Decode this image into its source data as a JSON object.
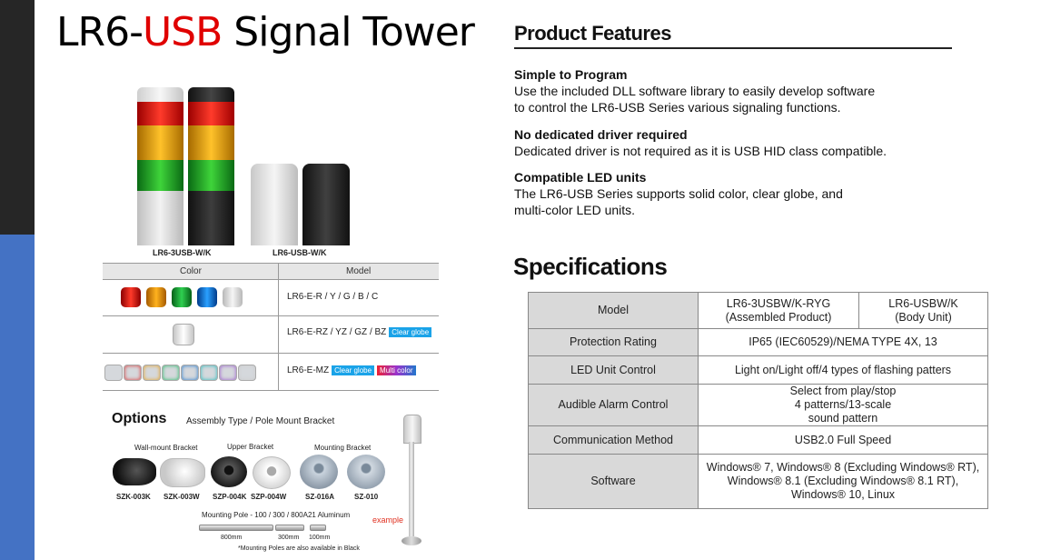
{
  "slide": {
    "title_part1": "LR6-",
    "title_part2": "USB",
    "title_part3": " Signal Tower",
    "colors": {
      "sidebar_dark": "#262626",
      "sidebar_blue": "#4472c4",
      "title_accent": "#e00000"
    }
  },
  "towers": [
    {
      "label": "LR6-3USB-W/K"
    },
    {
      "label": "LR6-USB-W/K"
    }
  ],
  "color_table": {
    "headers": [
      "Color",
      "Model"
    ],
    "rows": [
      {
        "model": "LR6-E-R / Y / G / B / C",
        "tags": []
      },
      {
        "model": "LR6-E-RZ / YZ / GZ / BZ",
        "tags": [
          "Clear globe"
        ]
      },
      {
        "model": "LR6-E-MZ",
        "tags": [
          "Clear globe",
          "Multi color"
        ]
      }
    ]
  },
  "options": {
    "title": "Options",
    "subtitle": "Assembly Type / Pole Mount Bracket",
    "groups": [
      "Wall-mount Bracket",
      "Upper Bracket",
      "Mounting Bracket"
    ],
    "parts": [
      "SZK-003K",
      "SZK-003W",
      "SZP-004K",
      "SZP-004W",
      "SZ-016A",
      "SZ-010"
    ],
    "pole_caption": "Mounting Pole - 100 / 300 / 800A21 Aluminum",
    "pole_lengths": [
      "800mm",
      "300mm",
      "100mm"
    ],
    "example_label": "example",
    "note": "*Mounting Poles are also available in Black"
  },
  "features": {
    "title": "Product Features",
    "items": [
      {
        "heading": "Simple to Program",
        "line1": "Use the included DLL software library to easily develop software",
        "line2": "to control the LR6-USB Series various signaling functions."
      },
      {
        "heading": "No dedicated driver required",
        "line1": "Dedicated driver is not required as it is USB HID class compatible.",
        "line2": ""
      },
      {
        "heading": "Compatible LED units",
        "line1": "The LR6-USB Series supports solid color, clear globe, and",
        "line2": "multi-color LED units."
      }
    ]
  },
  "specs": {
    "title": "Specifications",
    "model_label": "Model",
    "model_a1": "LR6-3USBW/K-RYG",
    "model_a2": "(Assembled Product)",
    "model_b1": "LR6-USBW/K",
    "model_b2": "(Body Unit)",
    "rows": [
      {
        "label": "Protection Rating",
        "value": "IP65 (IEC60529)/NEMA TYPE 4X, 13"
      },
      {
        "label": "LED Unit Control",
        "value": "Light on/Light off/4 types of flashing patters"
      },
      {
        "label": "Audible Alarm Control",
        "value": "Select from play/stop 4 patterns/13-scale sound pattern"
      },
      {
        "label": "Communication Method",
        "value": "USB2.0 Full Speed"
      }
    ],
    "software_label": "Software",
    "software_l1": "Windows® 7, Windows® 8 (Excluding Windows® RT),",
    "software_l2": "Windows® 8.1 (Excluding Windows® 8.1 RT),",
    "software_l3": "Windows® 10, Linux"
  }
}
